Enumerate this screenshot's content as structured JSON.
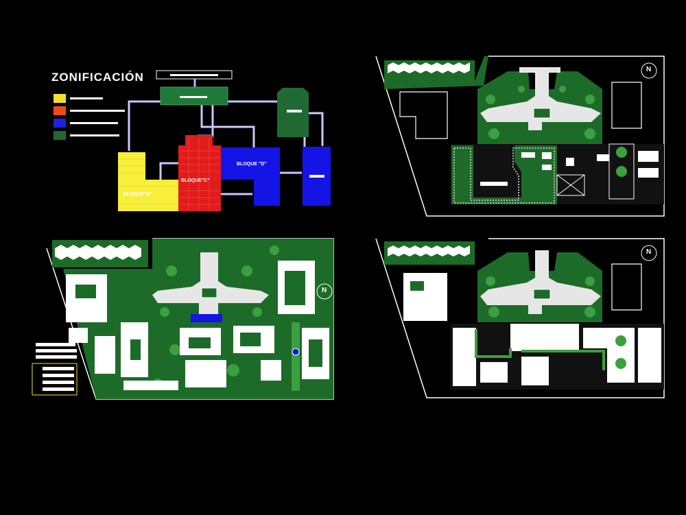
{
  "zonificacion": {
    "title": "ZONIFICACIÓN",
    "legend": [
      {
        "color": "#f3e12a"
      },
      {
        "color": "#f04a1a"
      },
      {
        "color": "#2020e0"
      },
      {
        "color": "#1f6a32"
      }
    ],
    "blocks": {
      "b": {
        "label": "BLOQUE\"B\"",
        "color": "#f7ef3a"
      },
      "c": {
        "label": "BLOQUE\"C\"",
        "color": "#e21b1b"
      },
      "d": {
        "label": "BLOQUE \"D\"",
        "color": "#1414e6"
      },
      "connector": "#b8b8ff",
      "green": "#1f7a3a"
    }
  },
  "north_label": "N",
  "colors": {
    "background": "#000000",
    "outline": "#ffffff",
    "vegetation": "#1d6b28",
    "tree": "#3aa040",
    "pink": "#e04aa0"
  }
}
